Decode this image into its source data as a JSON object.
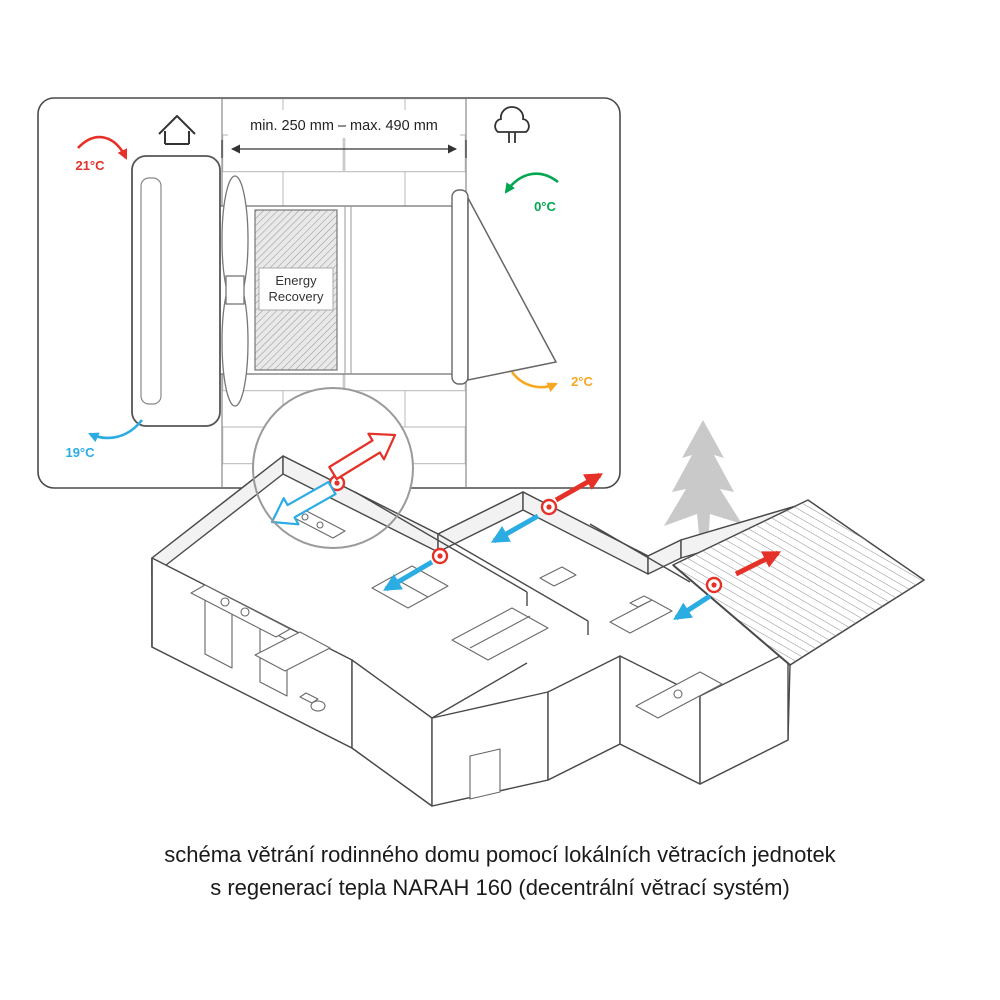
{
  "detail_panel": {
    "dimension_label": "min. 250 mm – max. 490 mm",
    "core_label": {
      "line1": "Energy",
      "line2": "Recovery"
    },
    "temperatures": [
      {
        "value": "21°C",
        "color": "#e53128",
        "position": "indoor-top-left"
      },
      {
        "value": "0°C",
        "color": "#00a650",
        "position": "outdoor-right"
      },
      {
        "value": "2°C",
        "color": "#f7a823",
        "position": "outdoor-bottom-right"
      },
      {
        "value": "19°C",
        "color": "#2bace2",
        "position": "indoor-bottom-left"
      }
    ],
    "icons": [
      "house-icon",
      "tree-icon"
    ]
  },
  "house_diagram": {
    "unit_marker_count": 4,
    "arrow_colors": {
      "exhaust": "#e53128",
      "supply": "#2bace2"
    }
  },
  "caption": {
    "line1": "schéma větrání rodinného domu pomocí lokálních větracích jednotek",
    "line2": "s regenerací tepla NARAH 160 (decentrální větrací systém)"
  },
  "colors": {
    "line_gray": "#4a4a4a",
    "brick_gray": "#c4c4c4",
    "exhaust_red": "#e53128",
    "supply_blue": "#2bace2",
    "intake_green": "#00a650",
    "outlet_orange": "#f7a823"
  }
}
